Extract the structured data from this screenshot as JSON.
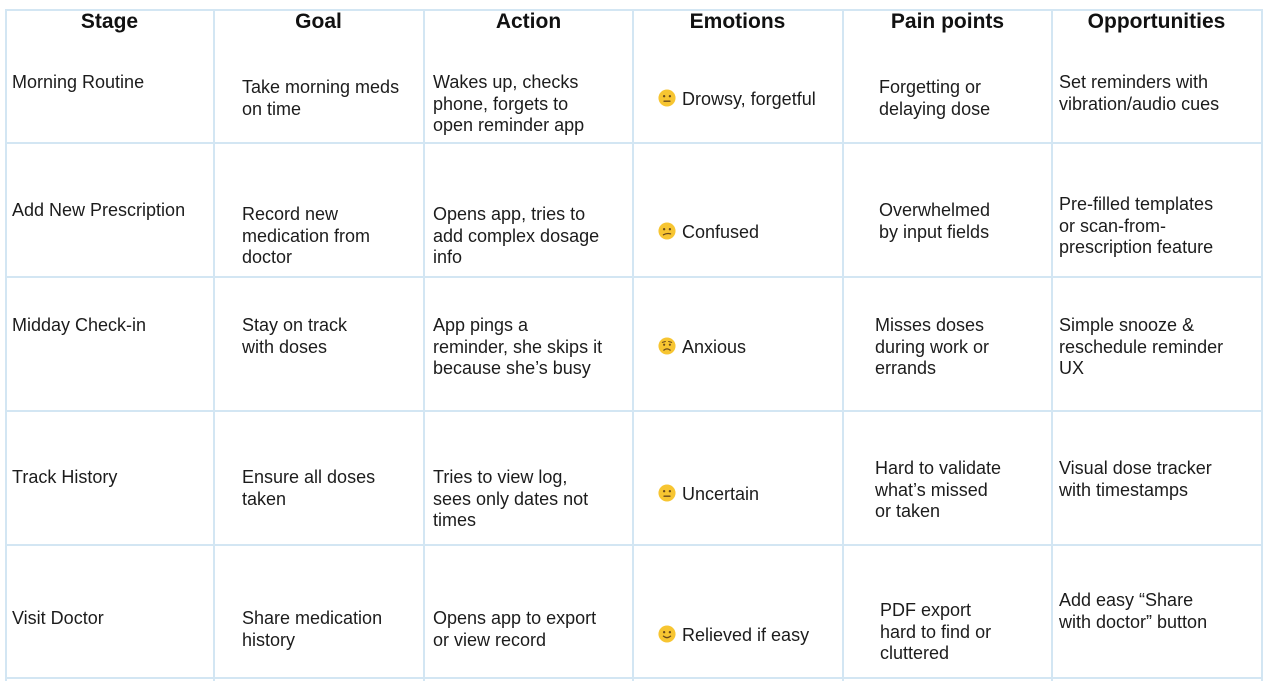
{
  "headers": [
    "Stage",
    "Goal",
    "Action",
    "Emotions",
    "Pain points",
    "Opportunities"
  ],
  "rows": [
    {
      "stage": "Morning Routine",
      "goal": "Take morning meds\non time",
      "action": "Wakes up, checks\nphone, forgets to\nopen reminder app",
      "emotion_icon": "neutral-face-icon",
      "emotion": "Drowsy, forgetful",
      "pain": "Forgetting or\ndelaying dose",
      "opportunity": "Set reminders with\nvibration/audio cues"
    },
    {
      "stage": "Add New Prescription",
      "goal": "Record new\nmedication from\ndoctor",
      "action": "Opens app, tries to\nadd complex dosage\ninfo",
      "emotion_icon": "confused-face-icon",
      "emotion": "Confused",
      "pain": "Overwhelmed\nby input fields",
      "opportunity": "Pre-filled templates\nor scan-from-\nprescription feature"
    },
    {
      "stage": "Midday Check-in",
      "goal": "Stay on track\nwith doses",
      "action": "App pings a\nreminder, she skips it\nbecause she’s busy",
      "emotion_icon": "worried-face-icon",
      "emotion": "Anxious",
      "pain": "Misses doses\nduring work or\nerrands",
      "opportunity": "Simple snooze &\nreschedule reminder\nUX"
    },
    {
      "stage": "Track History",
      "goal": "Ensure all doses\ntaken",
      "action": "Tries to view log,\nsees only dates not\ntimes",
      "emotion_icon": "neutral-face-icon",
      "emotion": "Uncertain",
      "pain": "Hard to validate\nwhat’s missed\nor taken",
      "opportunity": "Visual dose tracker\nwith timestamps"
    },
    {
      "stage": "Visit Doctor",
      "goal": "Share medication\nhistory",
      "action": "Opens app to export\nor view record",
      "emotion_icon": "slight-smile-face-icon",
      "emotion": "Relieved if easy",
      "pain": "PDF export\nhard to find or\ncluttered",
      "opportunity": "Add easy “Share\nwith doctor” button"
    }
  ],
  "colors": {
    "grid": "#d3e6f3",
    "emoji_face": "#f7c531",
    "emoji_feature": "#6b4a1b",
    "text": "#1c1c1c"
  }
}
